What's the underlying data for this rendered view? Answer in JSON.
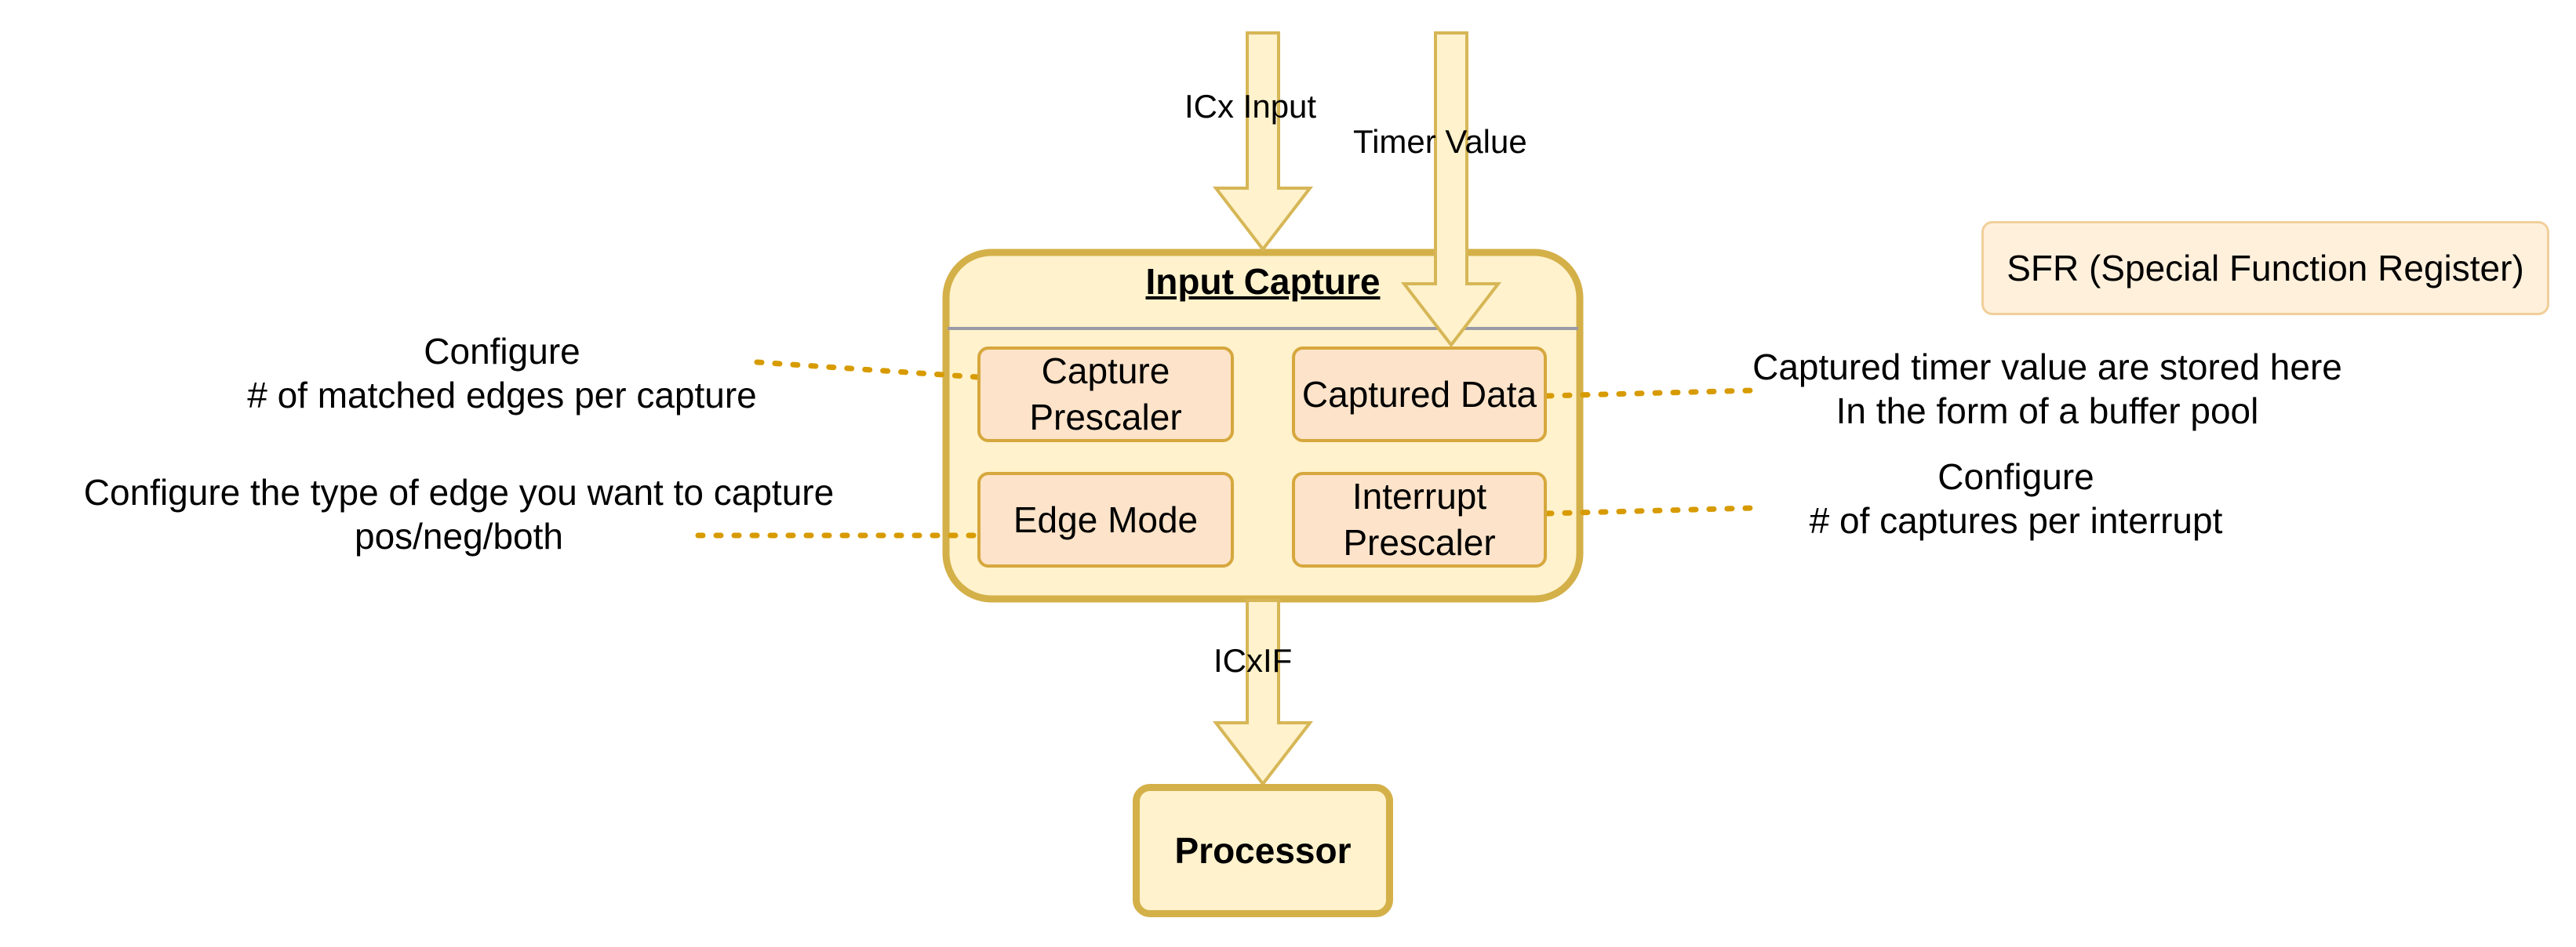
{
  "diagram": {
    "main_box_title": "Input Capture",
    "inputs": {
      "icx_input": "ICx Input",
      "timer_value": "Timer Value"
    },
    "output": "ICxIF",
    "subblocks": {
      "capture_prescaler": "Capture\nPrescaler",
      "captured_data": "Captured Data",
      "edge_mode": "Edge Mode",
      "interrupt_prescaler": "Interrupt\nPrescaler"
    },
    "processor": "Processor",
    "legend": "SFR (Special Function Register)",
    "notes": {
      "capture_prescaler": "Configure\n# of matched edges per capture",
      "edge_mode": "Configure the type of edge you want to capture\npos/neg/both",
      "captured_data": "Captured timer value are stored here\nIn the form of a buffer pool",
      "interrupt_prescaler": "Configure\n# of captures per interrupt"
    },
    "colors": {
      "arrow_fill": "#fff2cc",
      "arrow_stroke": "#d6b656",
      "container_fill": "#fff2cc",
      "container_stroke": "#d4b049",
      "sfr_fill": "#fde3c9",
      "sfr_stroke": "#d6a73d",
      "connector": "#d79b00"
    }
  }
}
